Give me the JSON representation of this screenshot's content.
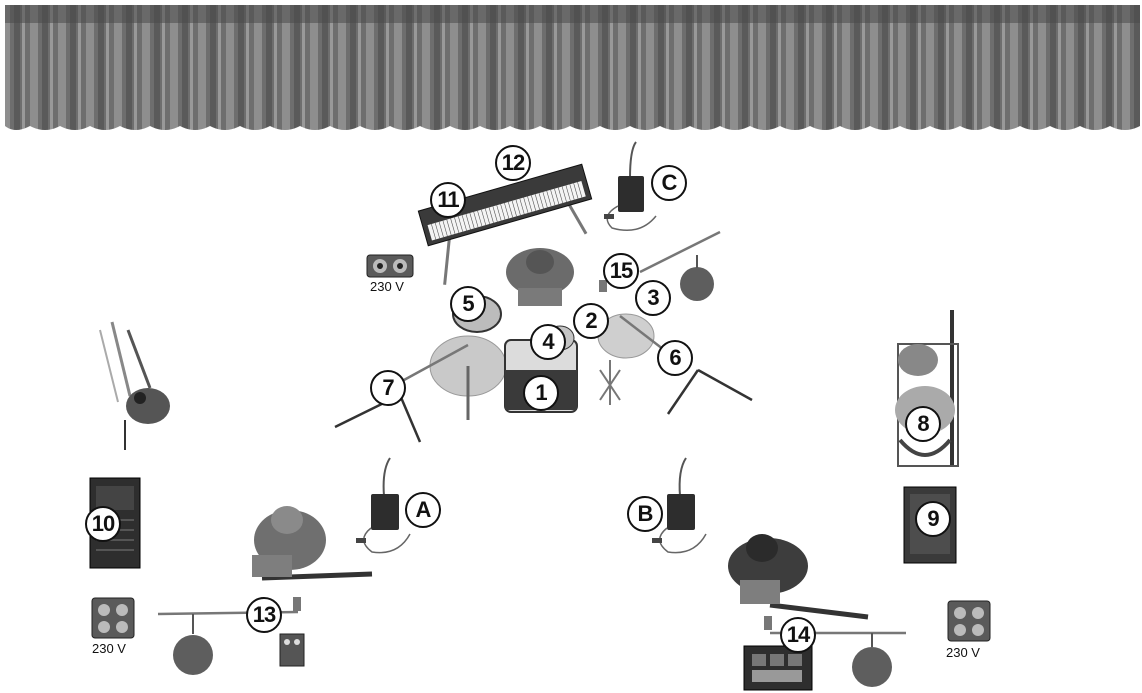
{
  "curtain": {
    "color": "#6a6a6a",
    "highlight": "#9a9a9a"
  },
  "instrument_labels": {
    "n1": "1",
    "n2": "2",
    "n3": "3",
    "n4": "4",
    "n5": "5",
    "n6": "6",
    "n7": "7",
    "n8": "8",
    "n9": "9",
    "n10": "10",
    "n11": "11",
    "n12": "12",
    "n13": "13",
    "n14": "14",
    "n15": "15"
  },
  "wireless_labels": {
    "a": "A",
    "b": "B",
    "c": "C"
  },
  "power_outlets": [
    {
      "label": "230 V"
    },
    {
      "label": "230 V"
    },
    {
      "label": "230 V"
    }
  ]
}
